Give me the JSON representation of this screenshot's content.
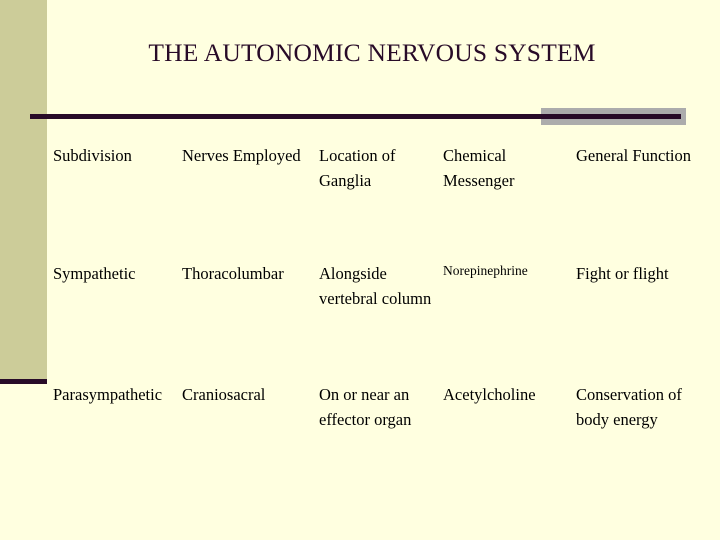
{
  "slide": {
    "title": "THE AUTONOMIC NERVOUS SYSTEM",
    "background_color": "#FFFFE0",
    "band_color": "#CCCC99",
    "rule_color": "#280B28",
    "accent_color": "#ACACAC",
    "title_color": "#280B28",
    "body_text_color": "#000000"
  },
  "table": {
    "headers": [
      "Subdivision",
      "Nerves Employed",
      "Location of Ganglia",
      "Chemical Messenger",
      "General Function"
    ],
    "rows": [
      {
        "subdivision": "Sympathetic",
        "nerves_employed": "Thoracolumbar",
        "location_of_ganglia": "Alongside vertebral column",
        "chemical_messenger": "Norepinephrine",
        "general_function": "Fight or flight"
      },
      {
        "subdivision": "Parasympathetic",
        "nerves_employed": "Craniosacral",
        "location_of_ganglia": "On or near an effector organ",
        "chemical_messenger": "Acetylcholine",
        "general_function": "Conservation of body energy"
      }
    ]
  }
}
